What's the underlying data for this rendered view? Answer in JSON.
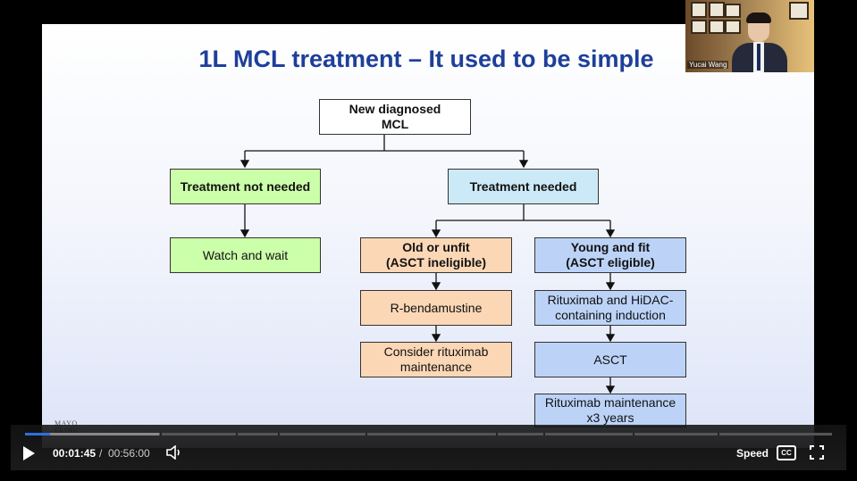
{
  "slide": {
    "title": "1L MCL treatment – It used to be simple",
    "nodes": {
      "root": "New diagnosed\nMCL",
      "not_needed": "Treatment not needed",
      "needed": "Treatment needed",
      "watch": "Watch and wait",
      "old_unfit": "Old or unfit\n(ASCT ineligible)",
      "young_fit": "Young and fit\n(ASCT eligible)",
      "r_benda": "R-bendamustine",
      "consider_maint": "Consider rituximab\nmaintenance",
      "hidac": "Rituximab and HiDAC-\ncontaining induction",
      "asct": "ASCT",
      "r_maint": "Rituximab maintenance\nx3 years"
    },
    "logo_text": "MAYO\nCLINIC"
  },
  "webcam": {
    "speaker_name": "Yucai Wang"
  },
  "player": {
    "current_time": "00:01:45",
    "separator": "/",
    "duration": "00:56:00",
    "progress_fraction": 0.031,
    "speed_label": "Speed",
    "cc_label": "CC",
    "accent_color": "#2f6fe0"
  }
}
